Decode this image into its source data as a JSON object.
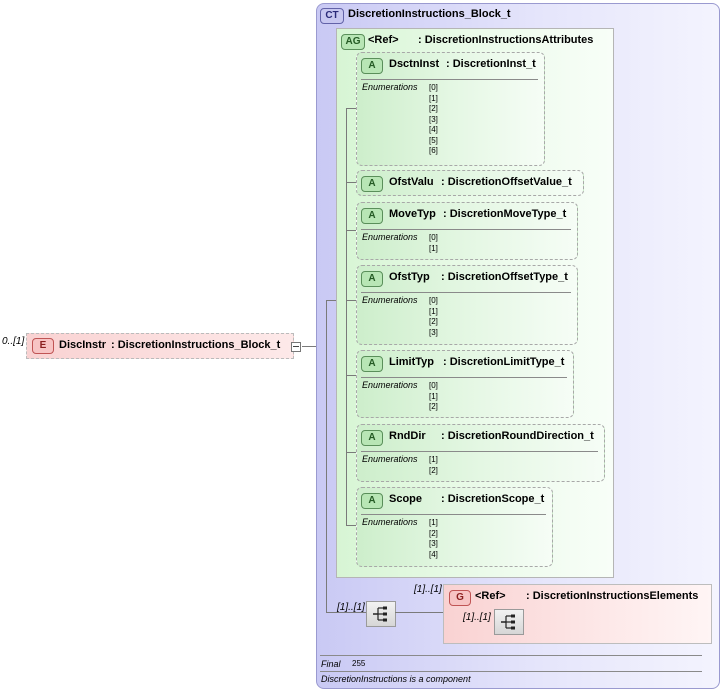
{
  "complex_type": {
    "badge": "CT",
    "name": "DiscretionInstructions_Block_t",
    "final_label": "Final",
    "final_value": "255",
    "documentation": "DiscretionInstructions is a component"
  },
  "attribute_group": {
    "badge": "AG",
    "ref": "<Ref>",
    "name": ": DiscretionInstructionsAttributes"
  },
  "attributes": [
    {
      "badge": "A",
      "name": "DsctnInst",
      "type": ": DiscretionInst_t",
      "enum_label": "Enumerations",
      "enums": [
        "[0]",
        "[1]",
        "[2]",
        "[3]",
        "[4]",
        "[5]",
        "[6]"
      ]
    },
    {
      "badge": "A",
      "name": "OfstValu",
      "type": ": DiscretionOffsetValue_t",
      "enum_label": "",
      "enums": []
    },
    {
      "badge": "A",
      "name": "MoveTyp",
      "type": ": DiscretionMoveType_t",
      "enum_label": "Enumerations",
      "enums": [
        "[0]",
        "[1]"
      ]
    },
    {
      "badge": "A",
      "name": "OfstTyp",
      "type": ": DiscretionOffsetType_t",
      "enum_label": "Enumerations",
      "enums": [
        "[0]",
        "[1]",
        "[2]",
        "[3]"
      ]
    },
    {
      "badge": "A",
      "name": "LimitTyp",
      "type": ": DiscretionLimitType_t",
      "enum_label": "Enumerations",
      "enums": [
        "[0]",
        "[1]",
        "[2]"
      ]
    },
    {
      "badge": "A",
      "name": "RndDir",
      "type": ": DiscretionRoundDirection_t",
      "enum_label": "Enumerations",
      "enums": [
        "[1]",
        "[2]"
      ]
    },
    {
      "badge": "A",
      "name": "Scope",
      "type": ": DiscretionScope_t",
      "enum_label": "Enumerations",
      "enums": [
        "[1]",
        "[2]",
        "[3]",
        "[4]"
      ]
    }
  ],
  "element": {
    "badge": "E",
    "cardinality": "0..[1]",
    "name": "DiscInstr",
    "type": ": DiscretionInstructions_Block_t"
  },
  "sequence": {
    "cardinality": "[1]..[1]",
    "icon": "sequence-icon"
  },
  "group": {
    "badge": "G",
    "ref": "<Ref>",
    "name": ": DiscretionInstructionsElements",
    "outer_cardinality": "[1]..[1]",
    "inner_cardinality": "[1]..[1]",
    "icon": "sequence-icon"
  }
}
